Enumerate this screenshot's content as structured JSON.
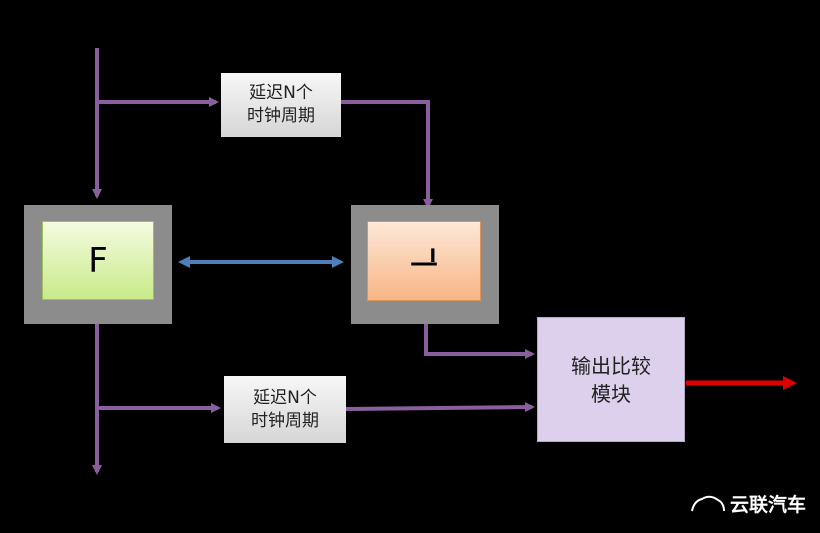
{
  "diagram": {
    "block_f": {
      "label": "F"
    },
    "block_l": {
      "label": "ᆜ"
    },
    "delay_top": {
      "line1": "延迟N个",
      "line2": "时钟周期"
    },
    "delay_bottom": {
      "line1": "延迟N个",
      "line2": "时钟周期"
    },
    "compare": {
      "line1": "输出比较",
      "line2": "模块"
    },
    "watermark": "云联汽车"
  },
  "colors": {
    "background": "#000000",
    "wire": "#8a5f9e",
    "bidirectional": "#4f7fb8",
    "output": "#e00000",
    "frame": "#8c8c8c"
  }
}
